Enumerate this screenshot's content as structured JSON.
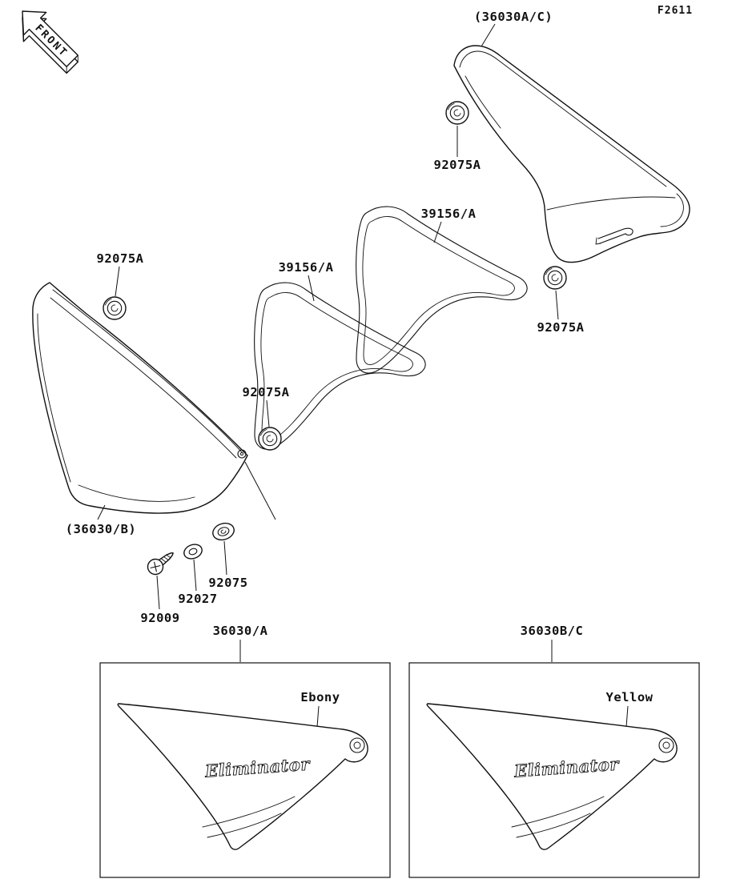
{
  "figure": {
    "code": "F2611",
    "front_label": "FRONT",
    "ink_color": "#111111",
    "background_color": "#ffffff"
  },
  "callouts": {
    "cover_right": "(36030A/C)",
    "cover_left": "(36030/B)",
    "grommet_top": "92075A",
    "grommet_left": "92075A",
    "grommet_middle": "92075A",
    "grommet_right": "92075A",
    "damper_front": "39156/A",
    "damper_rear": "39156/A",
    "grommet_lower": "92075",
    "washer": "92027",
    "screw": "92009"
  },
  "variant_boxes": {
    "left": {
      "part_number": "36030/A",
      "color_name": "Ebony",
      "logo_text": "Eliminator"
    },
    "right": {
      "part_number": "36030B/C",
      "color_name": "Yellow",
      "logo_text": "Eliminator"
    }
  }
}
